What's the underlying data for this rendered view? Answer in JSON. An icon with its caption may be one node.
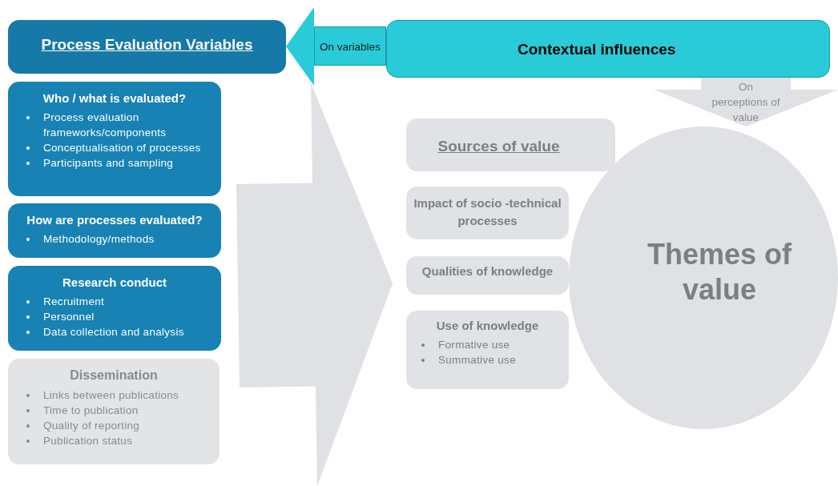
{
  "diagram": {
    "nodes": [
      {
        "text": [
          "Process Evaluation Variables"
        ]
      },
      {
        "text": [
          "Who / what is evaluated?",
          "Process evaluation frameworks/components",
          "Conceptualisation of processes",
          "Participants and sampling"
        ]
      },
      {
        "text": [
          "How are processes evaluated?",
          "Methodology/methods"
        ]
      },
      {
        "text": [
          "Research conduct",
          "Recruitment",
          "Personnel",
          "Data collection and analysis"
        ]
      },
      {
        "text": [
          "Dissemination",
          "Links between publications",
          "Time to publication",
          "Quality of reporting",
          "Publication status"
        ]
      },
      {
        "text": [
          "Contextual influences"
        ]
      },
      {
        "text": [
          "Sources of value"
        ]
      },
      {
        "text": [
          "Impact of socio -technical processes"
        ]
      },
      {
        "text": [
          "Qualities of knowledge"
        ]
      },
      {
        "text": [
          "Use of knowledge",
          "Formative use",
          "Summative use"
        ]
      },
      {
        "text": [
          "Themes of value"
        ]
      }
    ],
    "edges": [
      {
        "from": 5,
        "to": 0,
        "arrow": "to",
        "label": "On variables",
        "color": "#29cbd8"
      },
      {
        "from": 5,
        "to": 10,
        "arrow": "to",
        "label": "On perceptions of value"
      },
      {
        "from": null,
        "to": 8,
        "arrow": "to"
      }
    ]
  }
}
